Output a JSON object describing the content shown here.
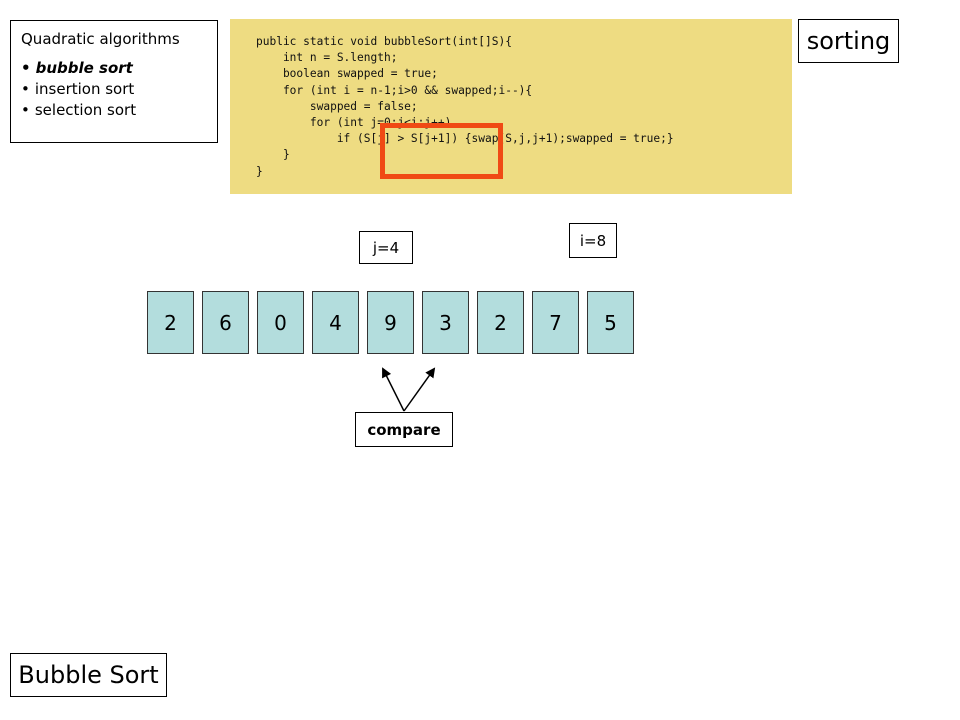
{
  "topics": {
    "heading": "Quadratic algorithms",
    "items": [
      {
        "label": "bubble sort",
        "active": true
      },
      {
        "label": "insertion sort",
        "active": false
      },
      {
        "label": "selection sort",
        "active": false
      }
    ]
  },
  "code": {
    "lines": [
      "public static void bubbleSort(int[]S){",
      "    int n = S.length;",
      "    boolean swapped = true;",
      "    for (int i = n-1;i>0 && swapped;i--){",
      "        swapped = false;",
      "        for (int j=0;j<i;j++)",
      "            if (S[j] > S[j+1]) {swap(S,j,j+1);swapped = true;}",
      "    }",
      "}"
    ],
    "highlight_color": "#f04a14",
    "background_color": "#eedc82"
  },
  "badges": {
    "sorting": "sorting",
    "bubble_sort": "Bubble Sort"
  },
  "indices": {
    "j": "j=4",
    "i": "i=8"
  },
  "array": {
    "values": [
      "2",
      "6",
      "0",
      "4",
      "9",
      "3",
      "2",
      "7",
      "5"
    ],
    "cell_color": "#b3dddd"
  },
  "compare_label": "compare"
}
